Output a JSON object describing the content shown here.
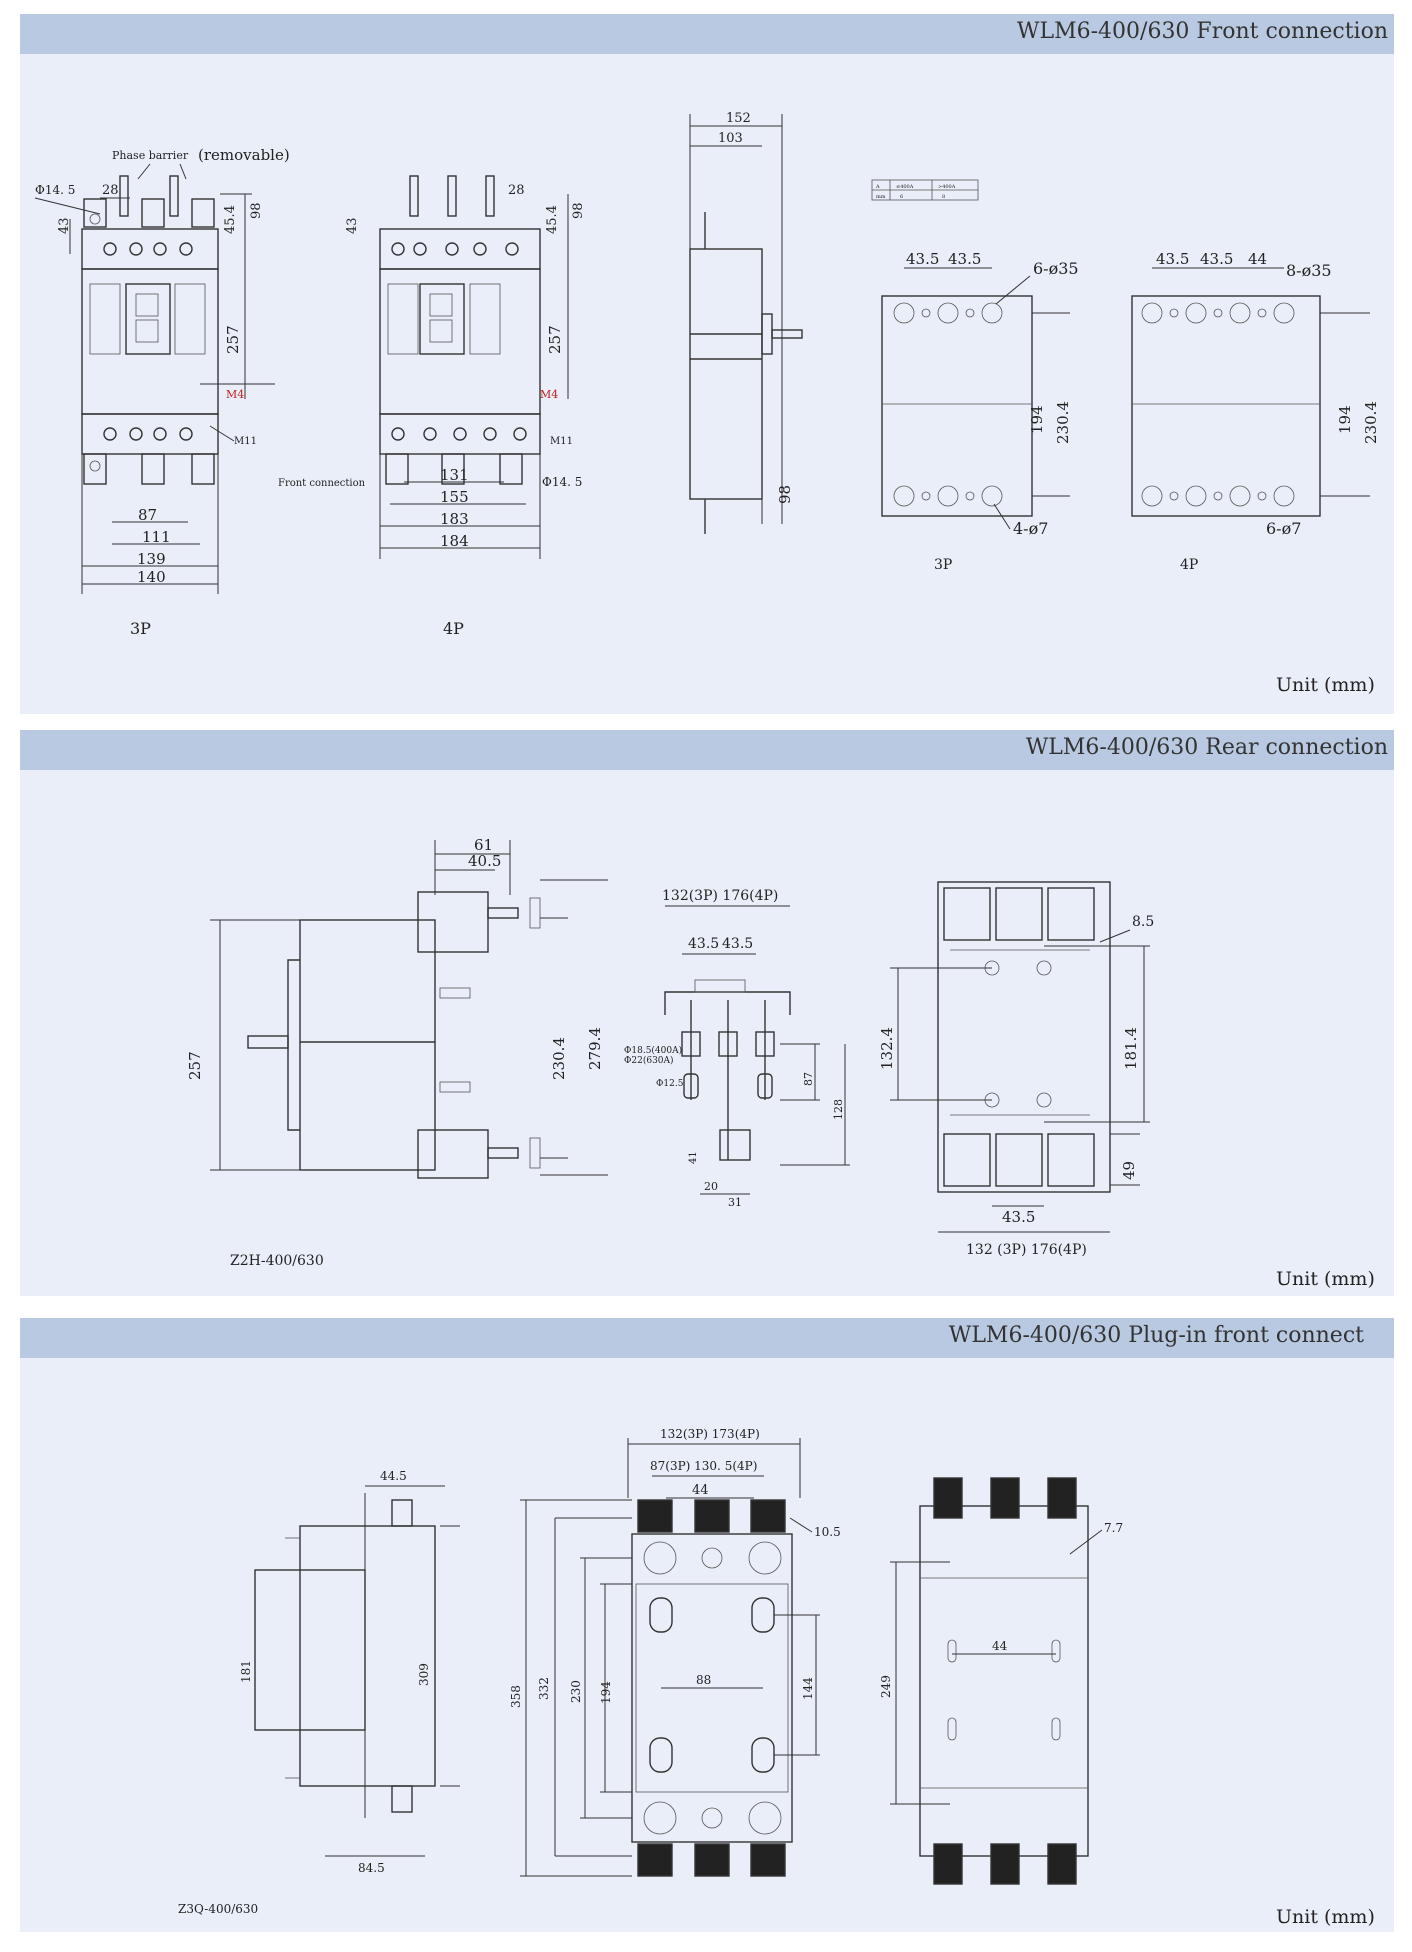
{
  "colors": {
    "panel_bg": "#e9eef8",
    "header_bg": "#b9c9e2",
    "line": "#333333"
  },
  "panels": [
    {
      "title": "WLM6-400/630 Front connection",
      "unit": "Unit (mm)",
      "labels": {
        "phase_barrier": "Phase barrier",
        "removable": "(removable)",
        "d145": "Φ14. 5",
        "d28": "28",
        "d43": "43",
        "d454": "45.4",
        "d98": "98",
        "d257": "257",
        "m4": "M4",
        "m11": "M11",
        "d87": "87",
        "d111": "111",
        "d139": "139",
        "d140": "140",
        "d28b": "28",
        "d43b": "43",
        "d454b": "45.4",
        "d98b": "98",
        "d257b": "257",
        "m4b": "M4",
        "m11b": "M11",
        "front_connection": "Front connection",
        "d145b": "Φ14. 5",
        "d131": "131",
        "d155": "155",
        "d183": "183",
        "d184": "184",
        "d152": "152",
        "d103": "103",
        "d98c": "98",
        "h3_a": "43.5",
        "h3_b": "43.5",
        "h3_holes": "6-ø35",
        "h3_194": "194",
        "h3_2304": "230.4",
        "h3_small": "4-ø7",
        "h4_a": "43.5",
        "h4_b": "43.5",
        "h4_c": "44",
        "h4_holes": "8-ø35",
        "h4_194": "194",
        "h4_2304": "230.4",
        "h4_small": "6-ø7",
        "p3": "3P",
        "p4": "4P",
        "p3_big": "3P",
        "p4_big": "4P",
        "tbl_a": "A",
        "tbl_b": "≤400A",
        "tbl_c": ">400A",
        "tbl_d": "mm",
        "tbl_e": "6",
        "tbl_f": "8"
      }
    },
    {
      "title": "WLM6-400/630 Rear connection",
      "unit": "Unit (mm)",
      "labels": {
        "d61": "61",
        "d405": "40.5",
        "d257": "257",
        "d2304": "230.4",
        "d2794": "279.4",
        "model": "Z2H-400/630",
        "d132": "132(3P) 176(4P)",
        "d435a": "43.5",
        "d435b": "43.5",
        "d185": "Φ18.5(400A)",
        "d22": "Φ22(630A)",
        "d125": "Φ12.5",
        "d87": "87",
        "d128": "128",
        "d41": "41",
        "d20": "20",
        "d31": "31",
        "d85": "8.5",
        "d1324": "132.4",
        "d1814": "181.4",
        "d49": "49",
        "d435c": "43.5",
        "d132b": "132 (3P) 176(4P)"
      }
    },
    {
      "title": "WLM6-400/630 Plug-in front connect",
      "unit": "Unit (mm)",
      "labels": {
        "d445": "44.5",
        "d181": "181",
        "d309": "309",
        "d845": "84.5",
        "model": "Z3Q-400/630",
        "d132": "132(3P) 173(4P)",
        "d87": "87(3P) 130. 5(4P)",
        "d44": "44",
        "d105": "10.5",
        "d358": "358",
        "d332": "332",
        "d230": "230",
        "d194": "194",
        "d88": "88",
        "d144": "144",
        "d77": "7.7",
        "d44b": "44",
        "d249": "249"
      }
    }
  ]
}
